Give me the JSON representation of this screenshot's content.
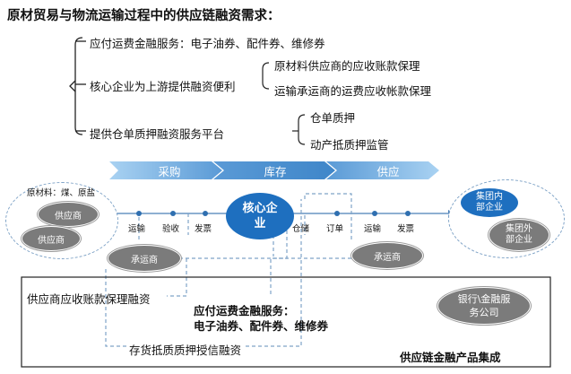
{
  "title": "原材贸易与物流运输过程中的供应链融资需求：",
  "tree": {
    "item1": "应付运费金融服务：电子油券、配件券、维修券",
    "item2": "核心企业为上游提供融资便利",
    "item2_sub1": "原材料供应商的应收账款保理",
    "item2_sub2": "运输承运商的运费应收帐款保理",
    "item3": "提供仓单质押融资服务平台",
    "item3_sub1": "仓单质押",
    "item3_sub2": "动产抵质押监管"
  },
  "stages": [
    "采购",
    "库存",
    "供应"
  ],
  "left_group": {
    "label": "原材料：煤、原盐",
    "nodes": [
      "供应商",
      "供应商"
    ]
  },
  "core": {
    "line1": "核心企",
    "line2": "业"
  },
  "steps_left": [
    "运输",
    "验收",
    "发票"
  ],
  "steps_right": [
    "仓储",
    "订单",
    "运输",
    "发票"
  ],
  "carriers": [
    "承运商",
    "承运商"
  ],
  "right_group": {
    "nodes": [
      [
        "集团内",
        "部企业"
      ],
      [
        "集团外",
        "部企业"
      ]
    ]
  },
  "products": {
    "receivable": "供应商应收账款保理融资",
    "freight_line1": "应付运费金融服务：",
    "freight_line2": "电子油券、配件券、维修券",
    "inventory": "存货抵质质押授信融资",
    "bank_line1": "银行\\金融服",
    "bank_line2": "务公司",
    "footer": "供应链金融产品集成"
  },
  "colors": {
    "accent": "#1e6fbf",
    "stage_light": "#9cc8ef",
    "stage_dark": "#3f86c9",
    "dashed": "#7fa3c7",
    "node_gray": "#7b7b7b"
  }
}
